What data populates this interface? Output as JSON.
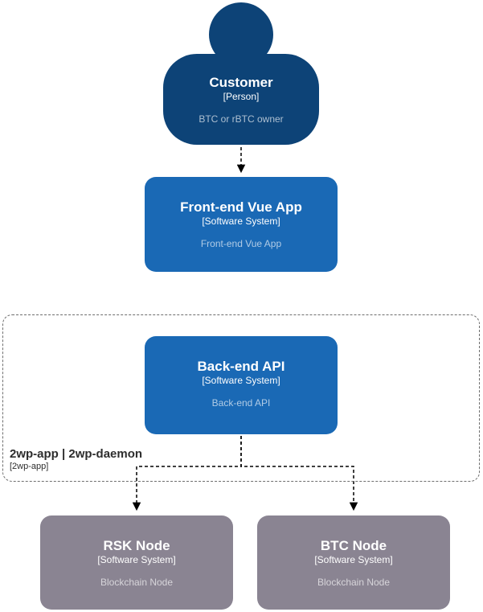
{
  "colors": {
    "canvas-bg": "#ffffff",
    "person-fill": "#0d4377",
    "system-fill": "#1a69b5",
    "node-fill": "#8a8492",
    "text-on-fill": "#ffffff",
    "desc-on-fill": "rgba(255,255,255,0.65)",
    "boundary-border": "#6e6e6e",
    "boundary-label": "#2d2d2d",
    "connector": "#000000"
  },
  "nodes": {
    "customer": {
      "title": "Customer",
      "type": "[Person]",
      "description": "BTC or rBTC owner"
    },
    "frontend": {
      "title": "Front-end Vue App",
      "type": "[Software System]",
      "description": "Front-end Vue App"
    },
    "backend": {
      "title": "Back-end API",
      "type": "[Software System]",
      "description": "Back-end API"
    },
    "rsk_node": {
      "title": "RSK Node",
      "type": "[Software System]",
      "description": "Blockchain Node"
    },
    "btc_node": {
      "title": "BTC Node",
      "type": "[Software System]",
      "description": "Blockchain Node"
    }
  },
  "boundary": {
    "title": "2wp-app | 2wp-daemon",
    "subtitle": "[2wp-app]"
  }
}
